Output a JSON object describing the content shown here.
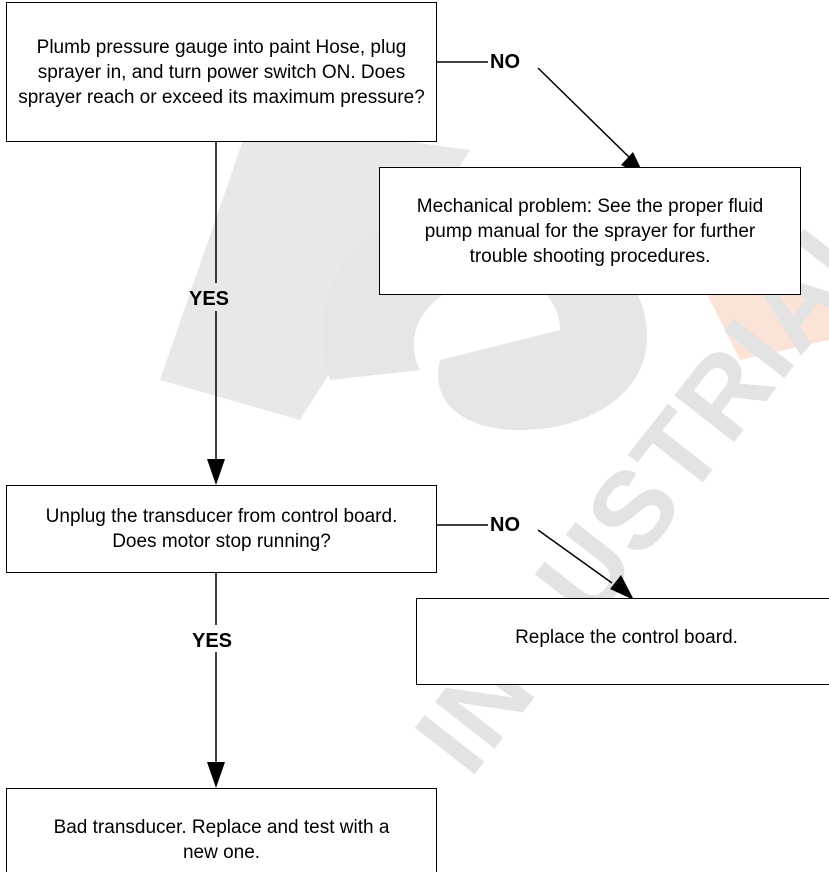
{
  "colors": {
    "line": "#000000",
    "box_fill": "#ffffff",
    "watermark_gray": "#e6e6e6",
    "watermark_accent": "#fbe3d7"
  },
  "watermark": {
    "text": "INDUSTRIAL"
  },
  "nodes": {
    "q1": "Plumb pressure gauge into paint Hose, plug sprayer in, and turn power switch ON. Does sprayer reach or exceed its maximum pressure?",
    "mech": "Mechanical problem: See the proper fluid pump manual for the sprayer for further trouble shooting procedures.",
    "q2": "Unplug the transducer from control board. Does motor stop running?",
    "replace_board": "Replace the control board.",
    "bad_transducer": "Bad transducer. Replace and test with a new one."
  },
  "edges": {
    "q1_no": "NO",
    "q1_yes": "YES",
    "q2_no": "NO",
    "q2_yes": "YES"
  }
}
